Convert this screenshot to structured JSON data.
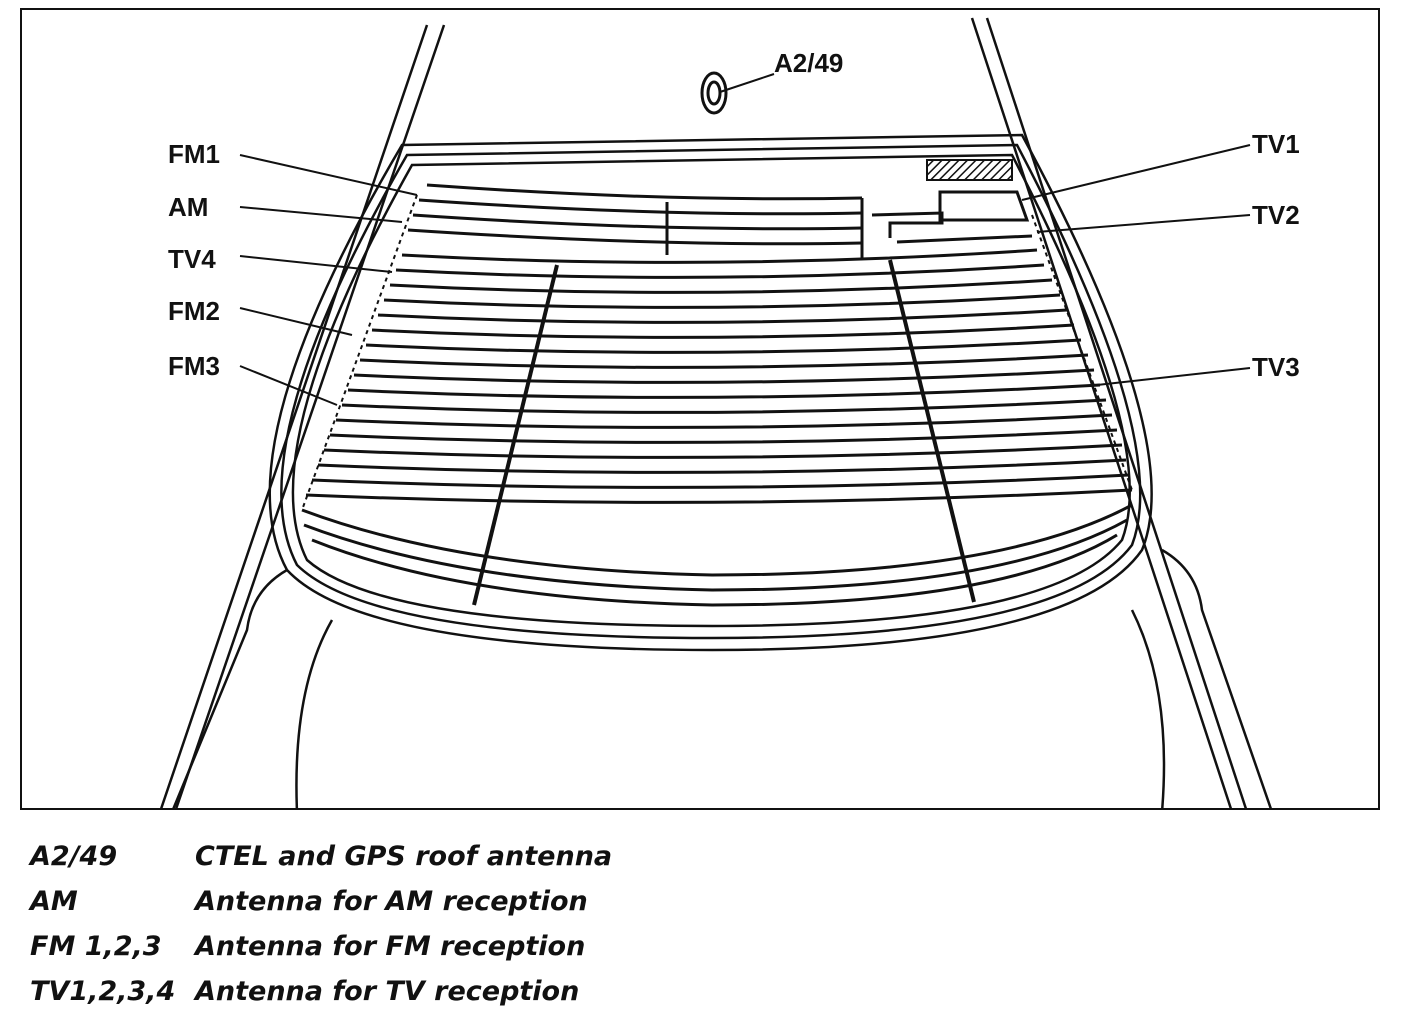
{
  "callouts": {
    "a2_49": "A2/49",
    "fm1": "FM1",
    "am": "AM",
    "tv4": "TV4",
    "fm2": "FM2",
    "fm3": "FM3",
    "tv1": "TV1",
    "tv2": "TV2",
    "tv3": "TV3"
  },
  "legend": [
    {
      "code": "A2/49",
      "description": "CTEL and GPS roof antenna"
    },
    {
      "code": "AM",
      "description": "Antenna for AM reception"
    },
    {
      "code": "FM 1,2,3",
      "description": "Antenna for FM reception"
    },
    {
      "code": "TV1,2,3,4",
      "description": "Antenna for TV reception"
    }
  ]
}
